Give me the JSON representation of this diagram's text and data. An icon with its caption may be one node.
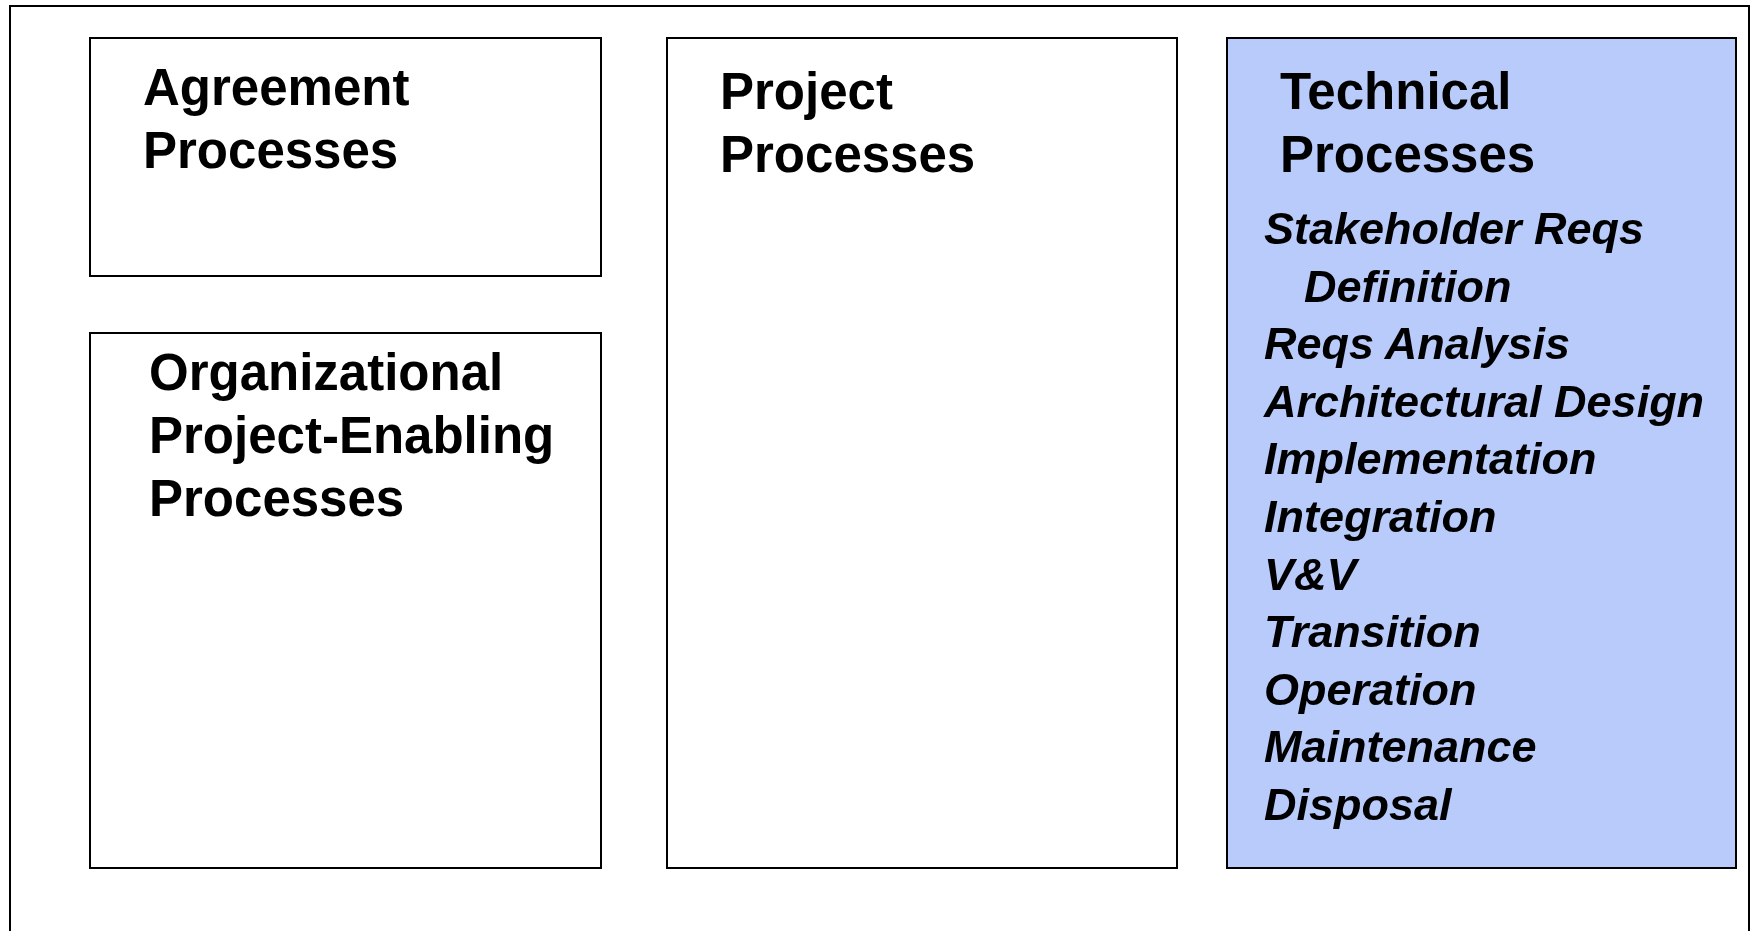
{
  "diagram": {
    "nodes": [
      {
        "text": [
          "Agreement Processes"
        ]
      },
      {
        "text": [
          "Organizational Project-Enabling Processes"
        ]
      },
      {
        "text": [
          "Project Processes"
        ]
      },
      {
        "text": [
          "Technical Processes",
          "Stakeholder Reqs Definition",
          "Reqs Analysis",
          "Architectural Design",
          "Implementation",
          "Integration",
          "V&V",
          "Transition",
          "Operation",
          "Maintenance",
          "Disposal"
        ]
      }
    ]
  }
}
